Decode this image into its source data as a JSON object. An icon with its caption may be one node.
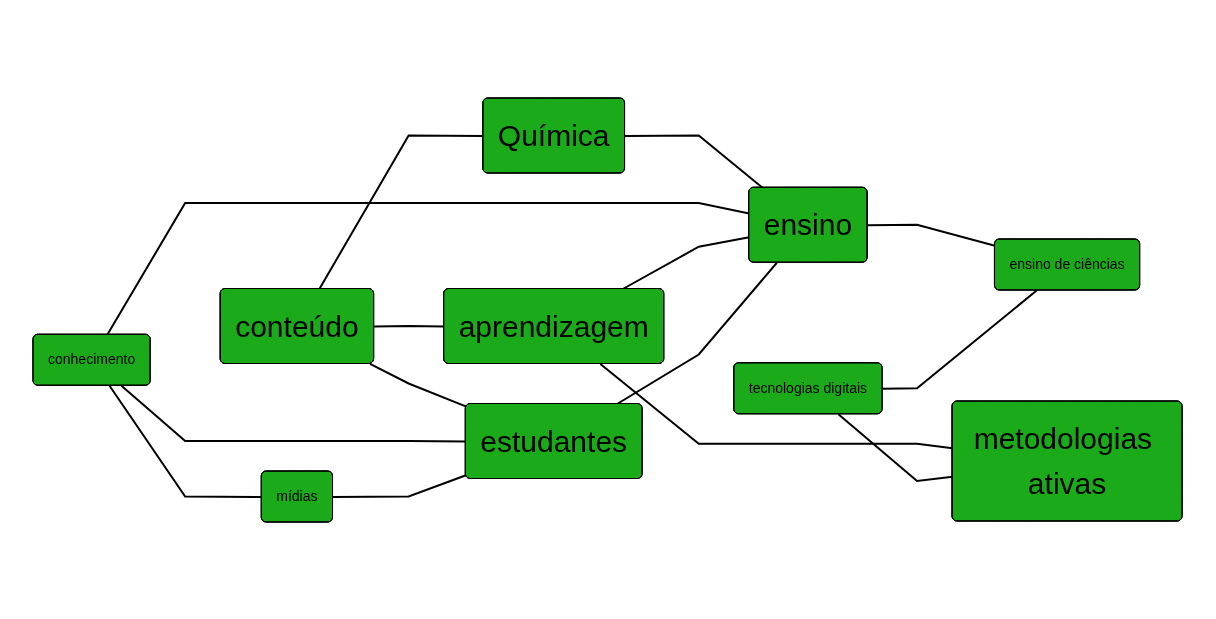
{
  "diagram": {
    "nodes": [
      {
        "text": [
          "Química"
        ]
      },
      {
        "text": [
          "conteúdo"
        ]
      },
      {
        "text": [
          "aprendizagem"
        ]
      },
      {
        "text": [
          "conhecimento"
        ]
      },
      {
        "text": [
          "mídias"
        ]
      },
      {
        "text": [
          "estudantes"
        ]
      },
      {
        "text": [
          "ensino"
        ]
      },
      {
        "text": [
          "tecnologias digitais"
        ]
      },
      {
        "text": [
          "metodologias ativas"
        ]
      },
      {
        "text": [
          "ensino de ciências"
        ]
      }
    ],
    "edges": [
      {
        "from": 1,
        "to": 0,
        "arrow": "none"
      },
      {
        "from": 1,
        "to": 2,
        "arrow": "none"
      },
      {
        "from": 1,
        "to": 5,
        "arrow": "none"
      },
      {
        "from": 0,
        "to": 6,
        "arrow": "none"
      },
      {
        "from": 3,
        "to": 5,
        "arrow": "none"
      },
      {
        "from": 3,
        "to": 6,
        "arrow": "none"
      },
      {
        "from": 3,
        "to": 4,
        "arrow": "none"
      },
      {
        "from": 4,
        "to": 5,
        "arrow": "none"
      },
      {
        "from": 2,
        "to": 6,
        "arrow": "none"
      },
      {
        "from": 2,
        "to": 8,
        "arrow": "none"
      },
      {
        "from": 5,
        "to": 6,
        "arrow": "none"
      },
      {
        "from": 6,
        "to": 9,
        "arrow": "none"
      },
      {
        "from": 7,
        "to": 9,
        "arrow": "none"
      },
      {
        "from": 7,
        "to": 8,
        "arrow": "none"
      }
    ]
  }
}
